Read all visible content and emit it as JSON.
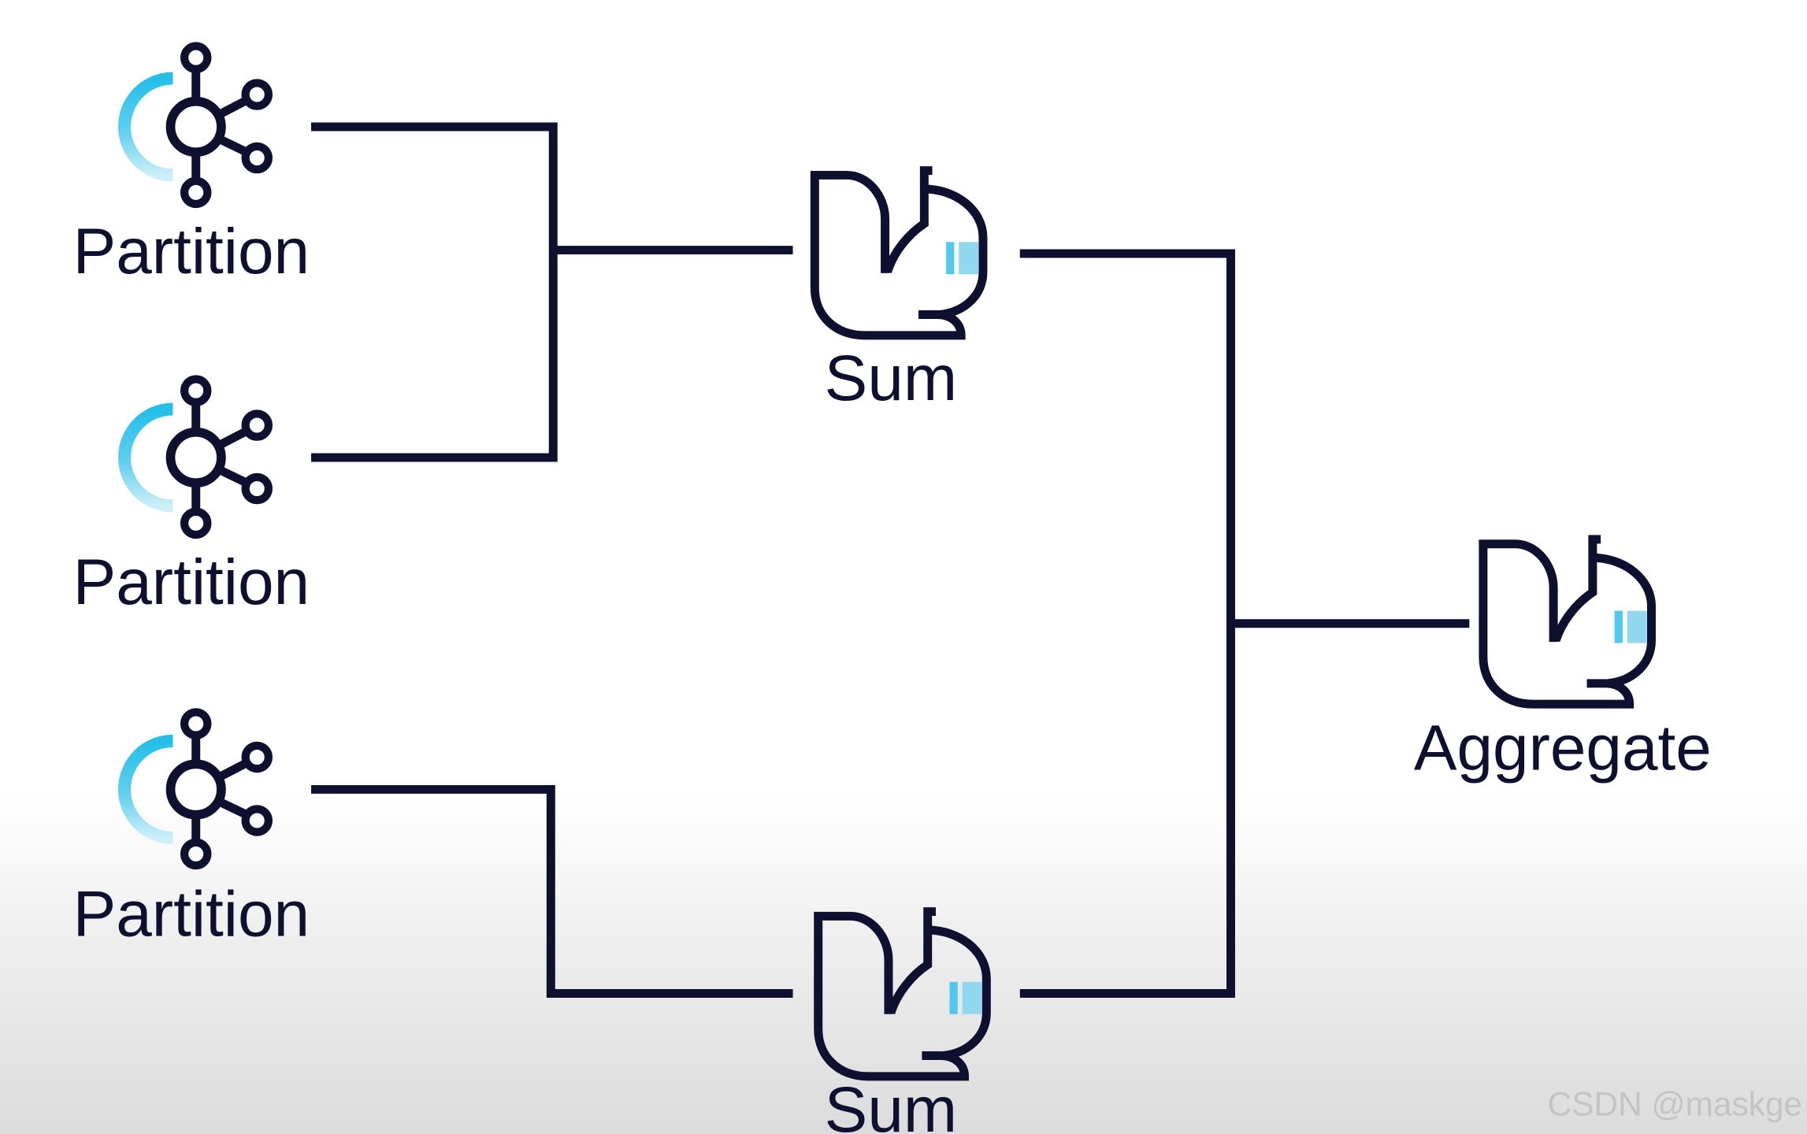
{
  "diagram": {
    "partitions": [
      {
        "label": "Partition",
        "icon": "kafka-icon"
      },
      {
        "label": "Partition",
        "icon": "kafka-icon"
      },
      {
        "label": "Partition",
        "icon": "kafka-icon"
      }
    ],
    "sums": [
      {
        "label": "Sum",
        "icon": "flink-squirrel-icon"
      },
      {
        "label": "Sum",
        "icon": "flink-squirrel-icon"
      }
    ],
    "aggregate": {
      "label": "Aggregate",
      "icon": "flink-squirrel-icon"
    }
  },
  "watermark": "CSDN @maskge",
  "colors": {
    "ink": "#0f1030",
    "accent_cyan": "#29c3ea",
    "accent_pale": "#cdeff8",
    "background": "#ffffff",
    "background_bottom": "#dcdcdc",
    "watermark": "#c4c4c4"
  }
}
